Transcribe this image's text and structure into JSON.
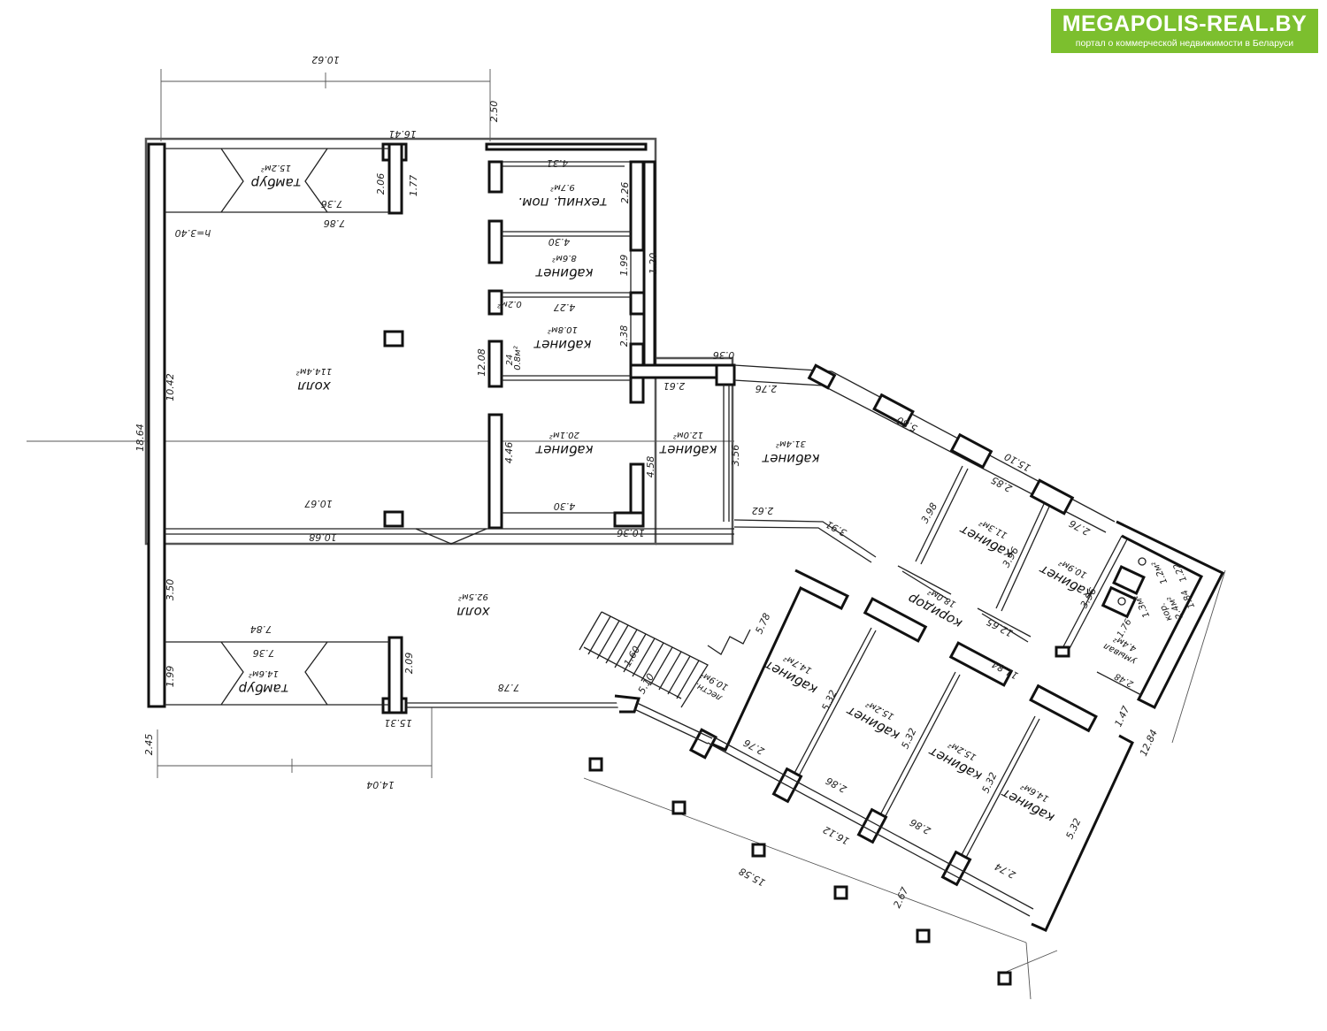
{
  "logo": {
    "title": "MEGAPOLIS-REAL.BY",
    "subtitle": "портал о коммерческой недвижимости в Беларуси"
  },
  "rooms": {
    "tambur_top": {
      "name": "тамбур",
      "area": "15.2м²"
    },
    "tech": {
      "name": "техниц. пом.",
      "area": "9.7м²"
    },
    "cab_86": {
      "name": "кабинет",
      "area": "8.6м²"
    },
    "cab_108": {
      "name": "кабинет",
      "area": "10.8м²"
    },
    "small_08": {
      "area": "0.8м²"
    },
    "hall_114": {
      "name": "холл",
      "area": "114.4м²"
    },
    "cab_201": {
      "name": "кабинет",
      "area": "20.1м²"
    },
    "cab_120": {
      "name": "кабинет",
      "area": "12.0м²"
    },
    "cab_314": {
      "name": "кабинет",
      "area": "31.4м²"
    },
    "hall_925": {
      "name": "холл",
      "area": "92.5м²"
    },
    "tambur_bot": {
      "name": "тамбур",
      "area": "14.6м²"
    },
    "cab_113": {
      "name": "кабинет",
      "area": "11.3м²"
    },
    "cab_109": {
      "name": "кабинет",
      "area": "10.9м²"
    },
    "corridor": {
      "name": "коридор",
      "area": "18.0м²"
    },
    "stairs": {
      "name": "лестн.",
      "area": "10.9м²"
    },
    "cab_147": {
      "name": "кабинет",
      "area": "14.7м²"
    },
    "cab_152a": {
      "name": "кабинет",
      "area": "15.2м²"
    },
    "cab_152b": {
      "name": "кабинет",
      "area": "15.2м²"
    },
    "cab_146": {
      "name": "кабинет",
      "area": "14.6м²"
    },
    "umyval": {
      "name": "умывал",
      "area": "4.4м²"
    },
    "kor": {
      "name": "кор.",
      "area": "2.4м²"
    },
    "wc1": {
      "area": "1.2м²"
    },
    "wc2": {
      "area": "1.3м²"
    }
  },
  "dims": {
    "d1062": "10.62",
    "d250": "2.50",
    "d1641": "16.41",
    "d431": "4.31",
    "d206": "2.06",
    "d177": "1.77",
    "d226": "2.26",
    "d736a": "7.36",
    "d786": "7.86",
    "h340": "h=3.40",
    "d430a": "4.30",
    "d199a": "1.99",
    "d120": "1.20",
    "d02": "0.2м²",
    "d427": "4.27",
    "d238": "2.38",
    "d1208": "12.08",
    "d24": "24",
    "d1042": "10.42",
    "d1864": "18.64",
    "d261": "2.61",
    "d036": "0.36",
    "d276a": "2.76",
    "d446": "4.46",
    "d458": "4.58",
    "d356": "3.56",
    "d1067": "10.67",
    "d430b": "4.30",
    "d1068": "10.68",
    "d1036": "10.36",
    "d580": "5.80",
    "d1510": "15.10",
    "d262": "2.62",
    "d391": "3.91",
    "d285": "2.85",
    "d276b": "2.76",
    "d398": "3.98",
    "d396a": "3.96",
    "d396b": "3.96",
    "d350": "3.50",
    "d784": "7.84",
    "d736b": "7.36",
    "d209": "2.09",
    "d160": "1.60",
    "d510": "5.10",
    "d1265": "12.65",
    "d1184": "11.84",
    "d122": "1.22",
    "d184": "1.84",
    "d176": "1.76",
    "d248": "2.48",
    "d199b": "1.99",
    "d778": "7.78",
    "d578": "5.78",
    "d532a": "5.32",
    "d532b": "5.32",
    "d532c": "5.32",
    "d532d": "5.32",
    "d147": "1.47",
    "d1284": "12.84",
    "d245": "2.45",
    "d1531": "15.31",
    "d1404": "14.04",
    "d276c": "2.76",
    "d286a": "2.86",
    "d286b": "2.86",
    "d1612": "16.12",
    "d274": "2.74",
    "d1558": "15.58",
    "d267": "2.67"
  }
}
